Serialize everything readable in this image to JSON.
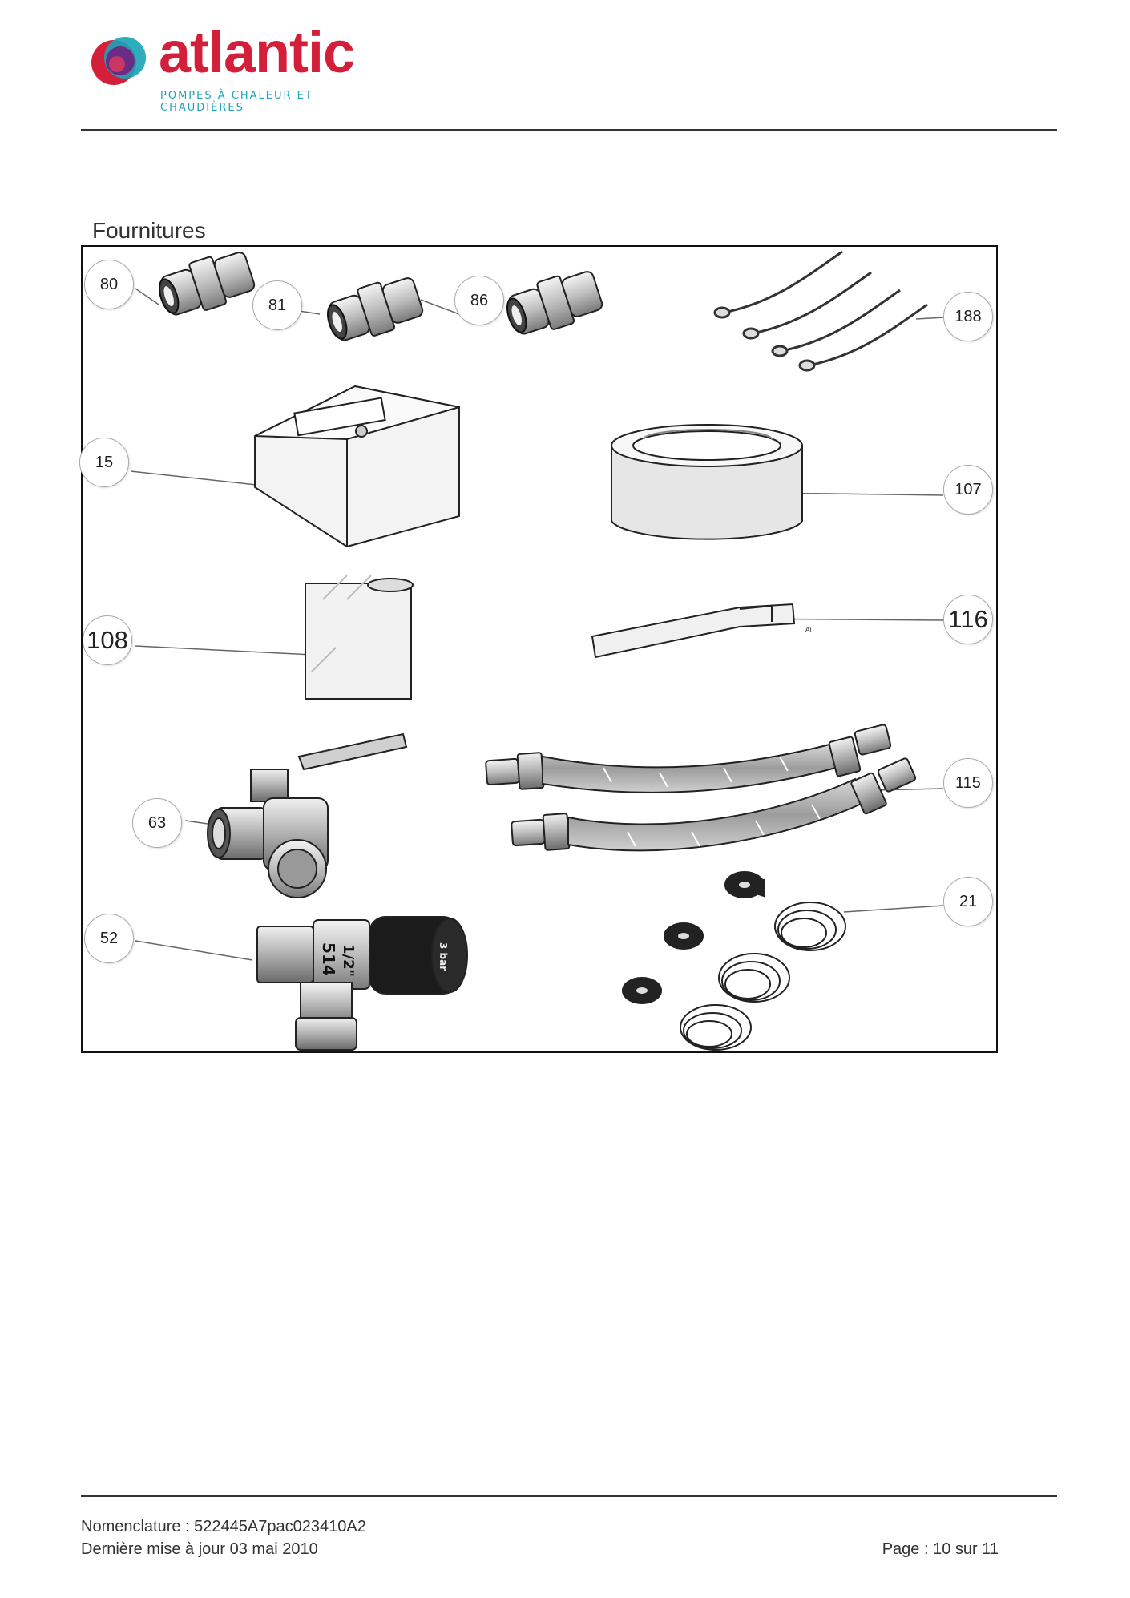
{
  "header": {
    "brand": "atlantic",
    "tagline": "POMPES À CHALEUR ET CHAUDIÈRES",
    "brand_color": "#d41f3a",
    "tagline_color": "#1aa3b8"
  },
  "section": {
    "title": "Fournitures"
  },
  "figure": {
    "callouts": [
      {
        "id": "80",
        "item": "compression-fitting"
      },
      {
        "id": "81",
        "item": "compression-fitting"
      },
      {
        "id": "86",
        "item": "compression-fitting"
      },
      {
        "id": "188",
        "item": "temperature-sensors"
      },
      {
        "id": "15",
        "item": "electrical-box"
      },
      {
        "id": "107",
        "item": "aluminium-tape-roll"
      },
      {
        "id": "108",
        "item": "insulation-sheet"
      },
      {
        "id": "116",
        "item": "grease-tube"
      },
      {
        "id": "63",
        "item": "ball-valve"
      },
      {
        "id": "115",
        "item": "flexible-hoses"
      },
      {
        "id": "21",
        "item": "probe-clips"
      },
      {
        "id": "52",
        "item": "safety-valve"
      }
    ],
    "printed_labels": {
      "valve_number": "514",
      "valve_size": "1/2\"",
      "valve_pressure": "3 bar",
      "tube_mark": "Al"
    }
  },
  "footer": {
    "nomenclature": "Nomenclature : 522445A7pac023410A2",
    "updated": "Dernière mise à jour 03 mai 2010",
    "page": "Page : 10 sur 11"
  }
}
